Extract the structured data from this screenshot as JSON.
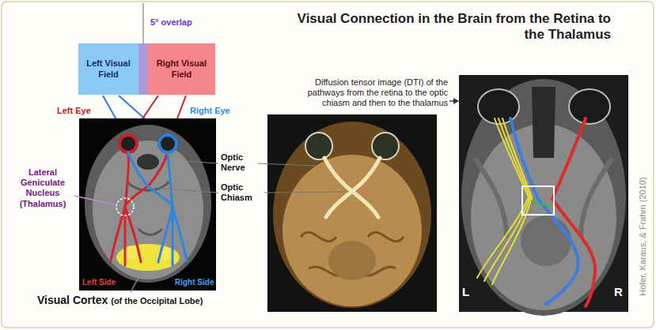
{
  "diagram": {
    "title": "Visual Connection in the Brain from the Retina to the Thalamus",
    "nodes": [
      {
        "text": [
          "Left Visual Field"
        ]
      },
      {
        "text": [
          "Right Visual Field"
        ]
      },
      {
        "text": [
          "L",
          "R"
        ]
      }
    ],
    "labels": [
      "5° overlap",
      "Left Eye",
      "Right Eye",
      "Lateral Geniculate Nucleus (Thalamus)",
      "Left Side",
      "Right Side",
      "Visual Cortex",
      "(of the Occipital Lobe)",
      "Optic Nerve",
      "Optic Chiasm",
      "Diffusion tensor image (DTI) of the pathways from the retina to the optic chiasm and then to the thalamus",
      "Hofer, Karaus, & Frahm (2010)"
    ]
  }
}
